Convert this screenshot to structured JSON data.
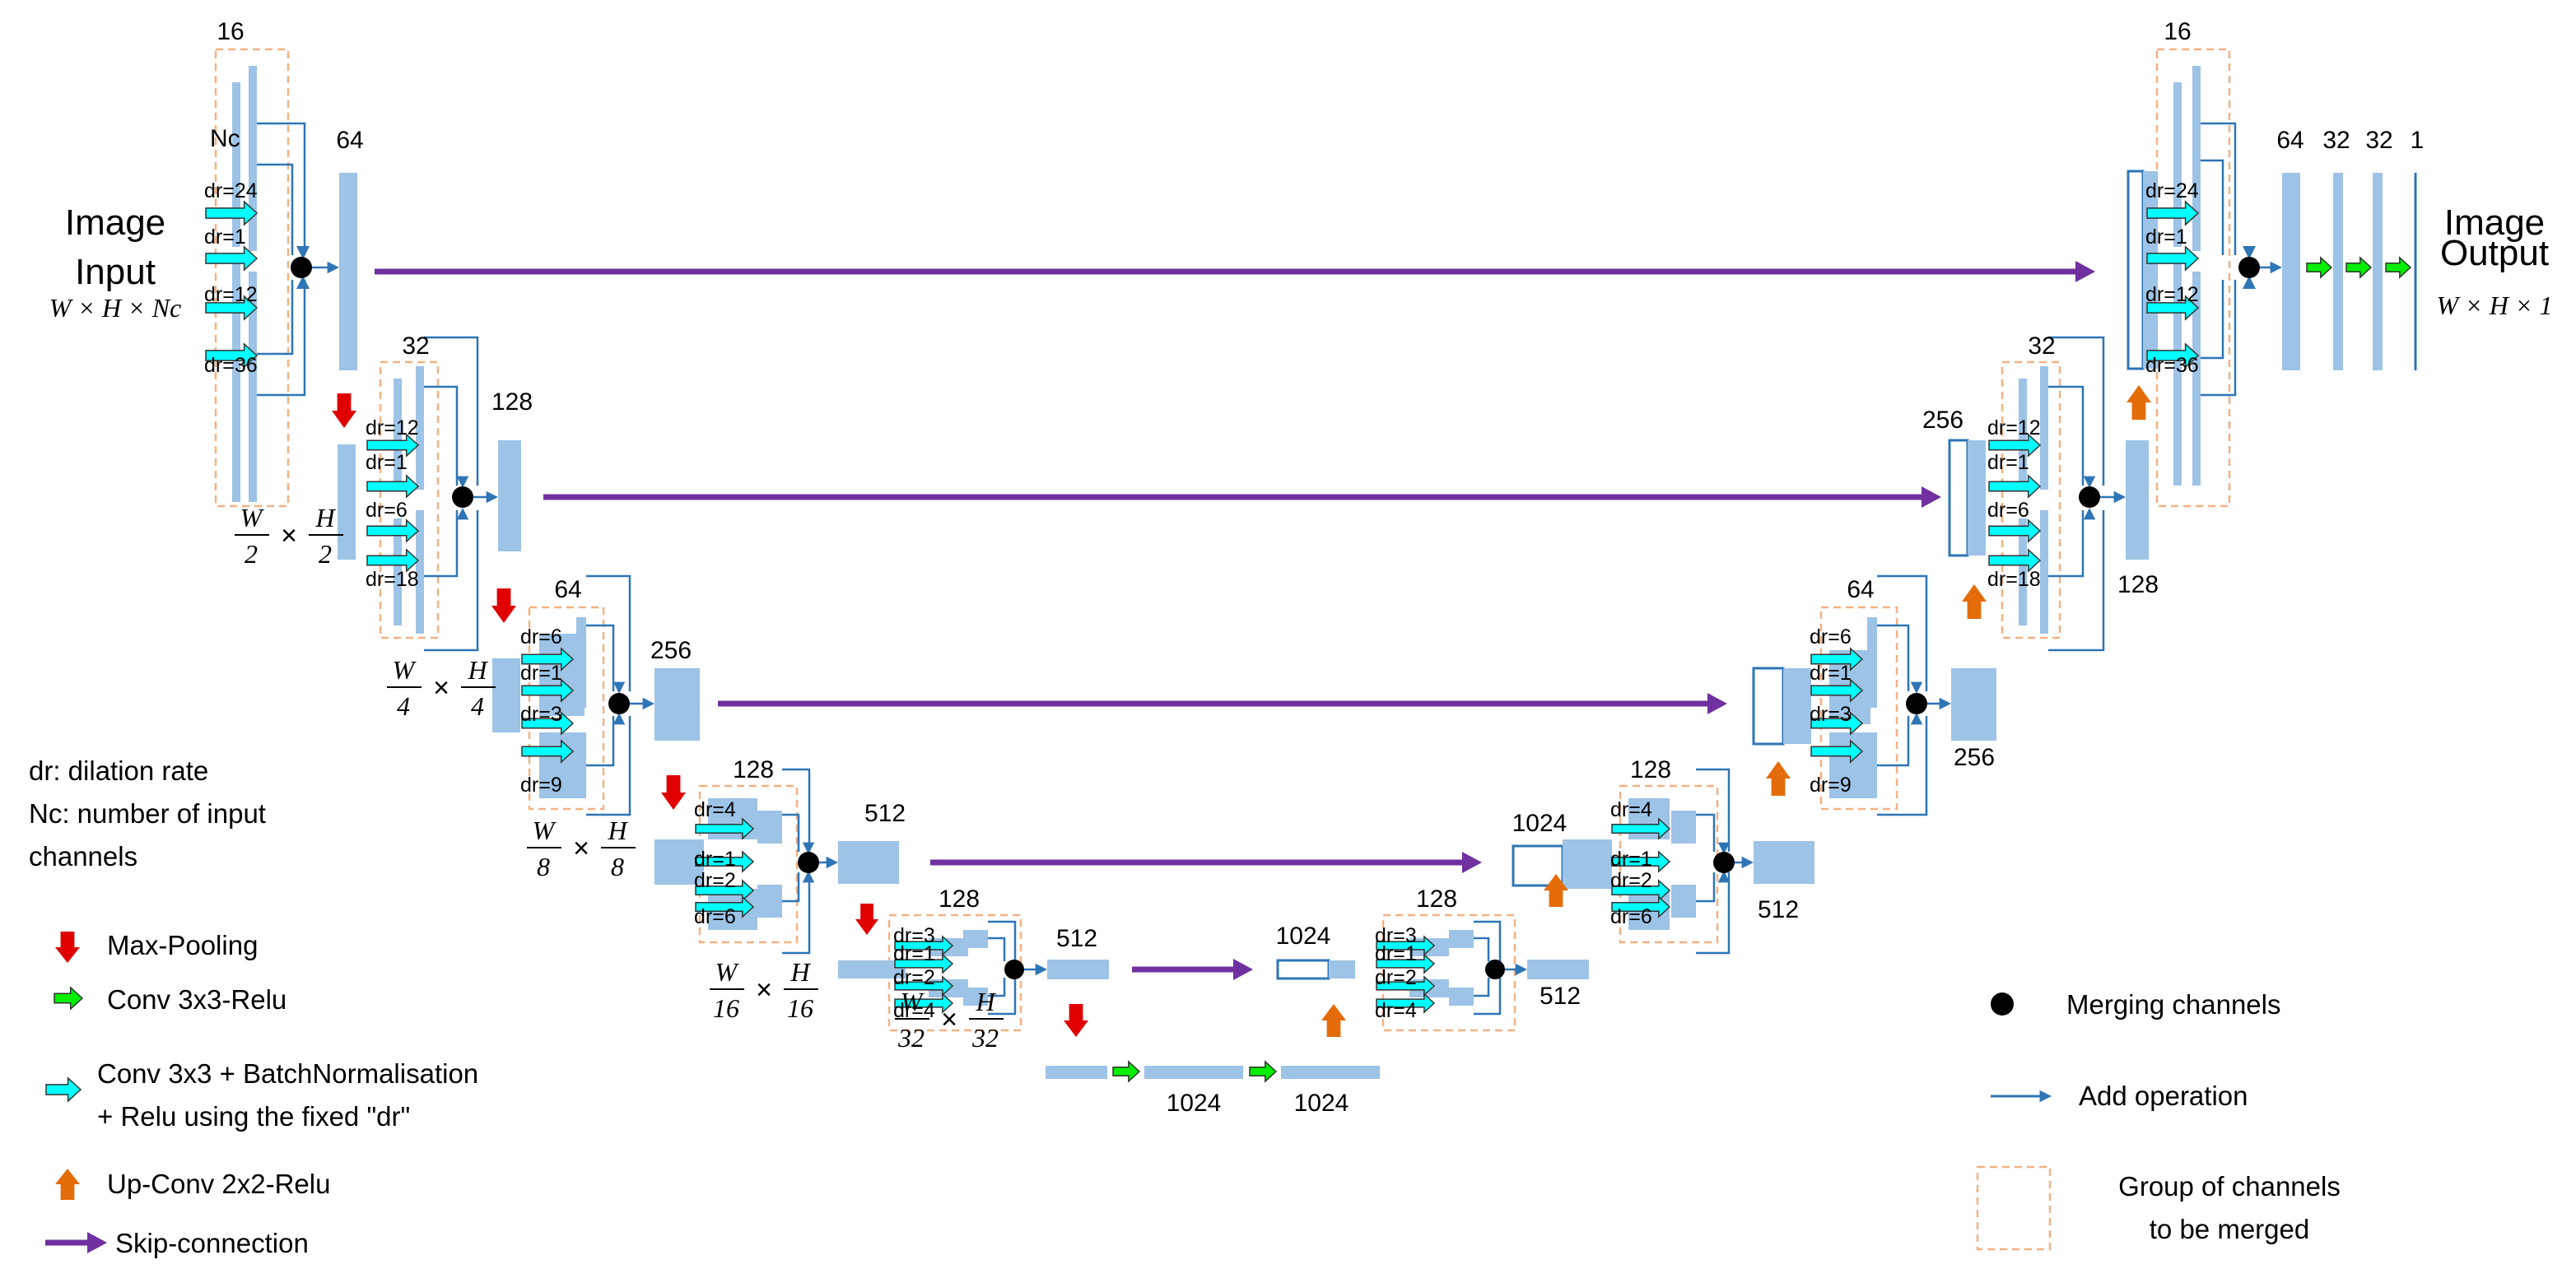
{
  "labels": {
    "image_input_line1": "Image",
    "image_input_line2": "Input",
    "input_dims": "W × H × Nc",
    "image_output_line1": "Image",
    "image_output_line2": "Output",
    "output_dims": "W × H × 1",
    "nc": "Nc"
  },
  "channels": {
    "enc1_group": "16",
    "enc1_out": "64",
    "enc2_group": "32",
    "enc2_out": "128",
    "enc3_group": "64",
    "enc3_out": "256",
    "enc4_group": "128",
    "enc4_out": "512",
    "bot_group": "128",
    "bot_out": "512",
    "bot_1024_a": "1024",
    "bot_1024_b": "1024",
    "dec4_up": "1024",
    "dec4_group": "128",
    "dec4_out": "512",
    "dec3_up": "1024",
    "dec3_group": "128",
    "dec3_out": "512",
    "dec2_group": "64",
    "dec2_out": "256",
    "dec1_up": "256",
    "dec1_group": "32",
    "dec1_out": "128",
    "out_group": "16",
    "out_64": "64",
    "out_32a": "32",
    "out_32b": "32",
    "out_1": "1"
  },
  "dilation_rates": {
    "enc1": [
      "dr=24",
      "dr=1",
      "dr=12",
      "dr=36"
    ],
    "enc2": [
      "dr=12",
      "dr=1",
      "dr=6",
      "dr=18"
    ],
    "enc3": [
      "dr=6",
      "dr=1",
      "dr=3",
      "dr=9"
    ],
    "enc4": [
      "dr=4",
      "dr=1",
      "dr=2",
      "dr=6"
    ],
    "bot": [
      "dr=3",
      "dr=1",
      "dr=2",
      "dr=4"
    ],
    "dec4": [
      "dr=3",
      "dr=1",
      "dr=2",
      "dr=4"
    ],
    "dec3": [
      "dr=4",
      "dr=1",
      "dr=2",
      "dr=6"
    ],
    "dec2": [
      "dr=6",
      "dr=1",
      "dr=3",
      "dr=9"
    ],
    "dec1": [
      "dr=12",
      "dr=1",
      "dr=6",
      "dr=18"
    ],
    "out": [
      "dr=24",
      "dr=1",
      "dr=12",
      "dr=36"
    ]
  },
  "resolutions": {
    "r2": [
      "W",
      "2",
      "H",
      "2"
    ],
    "r4": [
      "W",
      "4",
      "H",
      "4"
    ],
    "r8": [
      "W",
      "8",
      "H",
      "8"
    ],
    "r16": [
      "W",
      "16",
      "H",
      "16"
    ],
    "r32": [
      "W",
      "32",
      "H",
      "32"
    ]
  },
  "notes": {
    "dr": "dr: dilation rate",
    "nc_line1": "Nc: number of input",
    "nc_line2": "channels"
  },
  "legend_left": {
    "max_pool": "Max-Pooling",
    "conv_relu": "Conv 3x3-Relu",
    "conv_bn_line1": "Conv 3x3 + BatchNormalisation",
    "conv_bn_line2": "+ Relu using the fixed \"dr\"",
    "up_conv": "Up-Conv 2x2-Relu",
    "skip": "Skip-connection"
  },
  "legend_right": {
    "merge": "Merging channels",
    "add": "Add operation",
    "group_line1": "Group of channels",
    "group_line2": "to be merged"
  },
  "colors": {
    "block": "#9dc3e6",
    "line": "#2e75b6",
    "conv_arrow": "#00ffff",
    "skip": "#7030a0",
    "maxpool": "#e00000",
    "upconv": "#e46c0a",
    "relu": "#00ee00",
    "group_border": "#f4b183"
  }
}
